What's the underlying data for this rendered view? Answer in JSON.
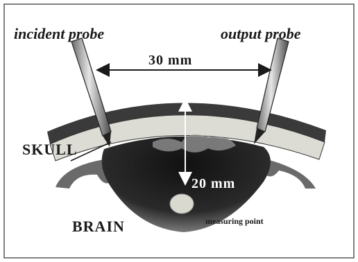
{
  "labels": {
    "incident_probe": "incident probe",
    "output_probe": "output probe",
    "distance": "30 mm",
    "skull": "SKULL",
    "depth": "20 mm",
    "brain": "BRAIN",
    "measuring_point": "measuring point"
  },
  "colors": {
    "frame": "#555555",
    "scalp": "#3a3a3a",
    "skull": "#dcdcd4",
    "brain_region": "#1e1e1e",
    "probe": "#9a9a9a",
    "text": "#1a1a1a",
    "arrow_white": "#ffffff"
  }
}
